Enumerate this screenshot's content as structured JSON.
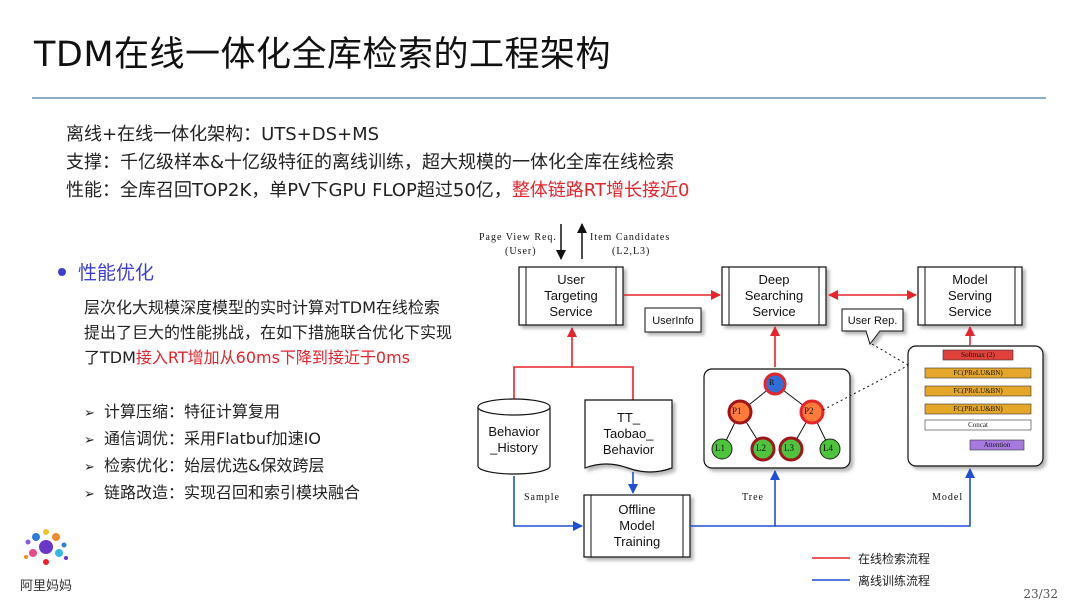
{
  "title": "TDM在线一体化全库检索的工程架构",
  "intro": {
    "line1": "离线+在线一体化架构：UTS+DS+MS",
    "line2": "支撑：千亿级样本&十亿级特征的离线训练，超大规模的一体化全库在线检索",
    "line3_prefix": "性能：全库召回TOP2K，单PV下GPU FLOP超过50亿，",
    "line3_highlight": "整体链路RT增长接近0"
  },
  "bullet": {
    "heading": "性能优化",
    "para_prefix": "层次化大规模深度模型的实时计算对TDM在线检索提出了巨大的性能挑战，在如下措施联合优化下实现了TDM",
    "para_highlight": "接入RT增加从60ms下降到接近于0ms",
    "items": [
      "计算压缩：特征计算复用",
      "通信调优：采用Flatbuf加速IO",
      "检索优化：始层优选&保效跨层",
      "链路改造：实现召回和索引模块融合"
    ]
  },
  "diagram": {
    "pv_req": "Page View Req.",
    "pv_user": "(User)",
    "item_cand": "Item Candidates",
    "item_cand_sub": "(L2,L3)",
    "uts": [
      "User",
      "Targeting",
      "Service"
    ],
    "ds": [
      "Deep",
      "Searching",
      "Service"
    ],
    "ms": [
      "Model",
      "Serving",
      "Service"
    ],
    "userinfo": "UserInfo",
    "user_rep": "User Rep.",
    "behavior": [
      "Behavior",
      "_History"
    ],
    "tt": [
      "TT_",
      "Taobao_",
      "Behavior"
    ],
    "training": [
      "Offline",
      "Model",
      "Training"
    ],
    "sample": "Sample",
    "tree": "Tree",
    "model": "Model",
    "nodes": {
      "root": "R",
      "p1": "P1",
      "p2": "P2",
      "l1": "L1",
      "l2": "L2",
      "l3": "L3",
      "l4": "L4"
    },
    "layers": [
      "Softmax (2)",
      "FC(PReLU&BN)",
      "FC(PReLU&BN)",
      "FC(PReLU&BN)",
      "Concat",
      "Attention"
    ]
  },
  "legend": {
    "online": "在线检索流程",
    "offline": "离线训练流程"
  },
  "logo_text": "阿里妈妈",
  "page": "23/32",
  "colors": {
    "online": "#e8232a",
    "offline": "#1f4fd8",
    "heading": "#3b3fd6",
    "rule": "#8aaec8"
  }
}
